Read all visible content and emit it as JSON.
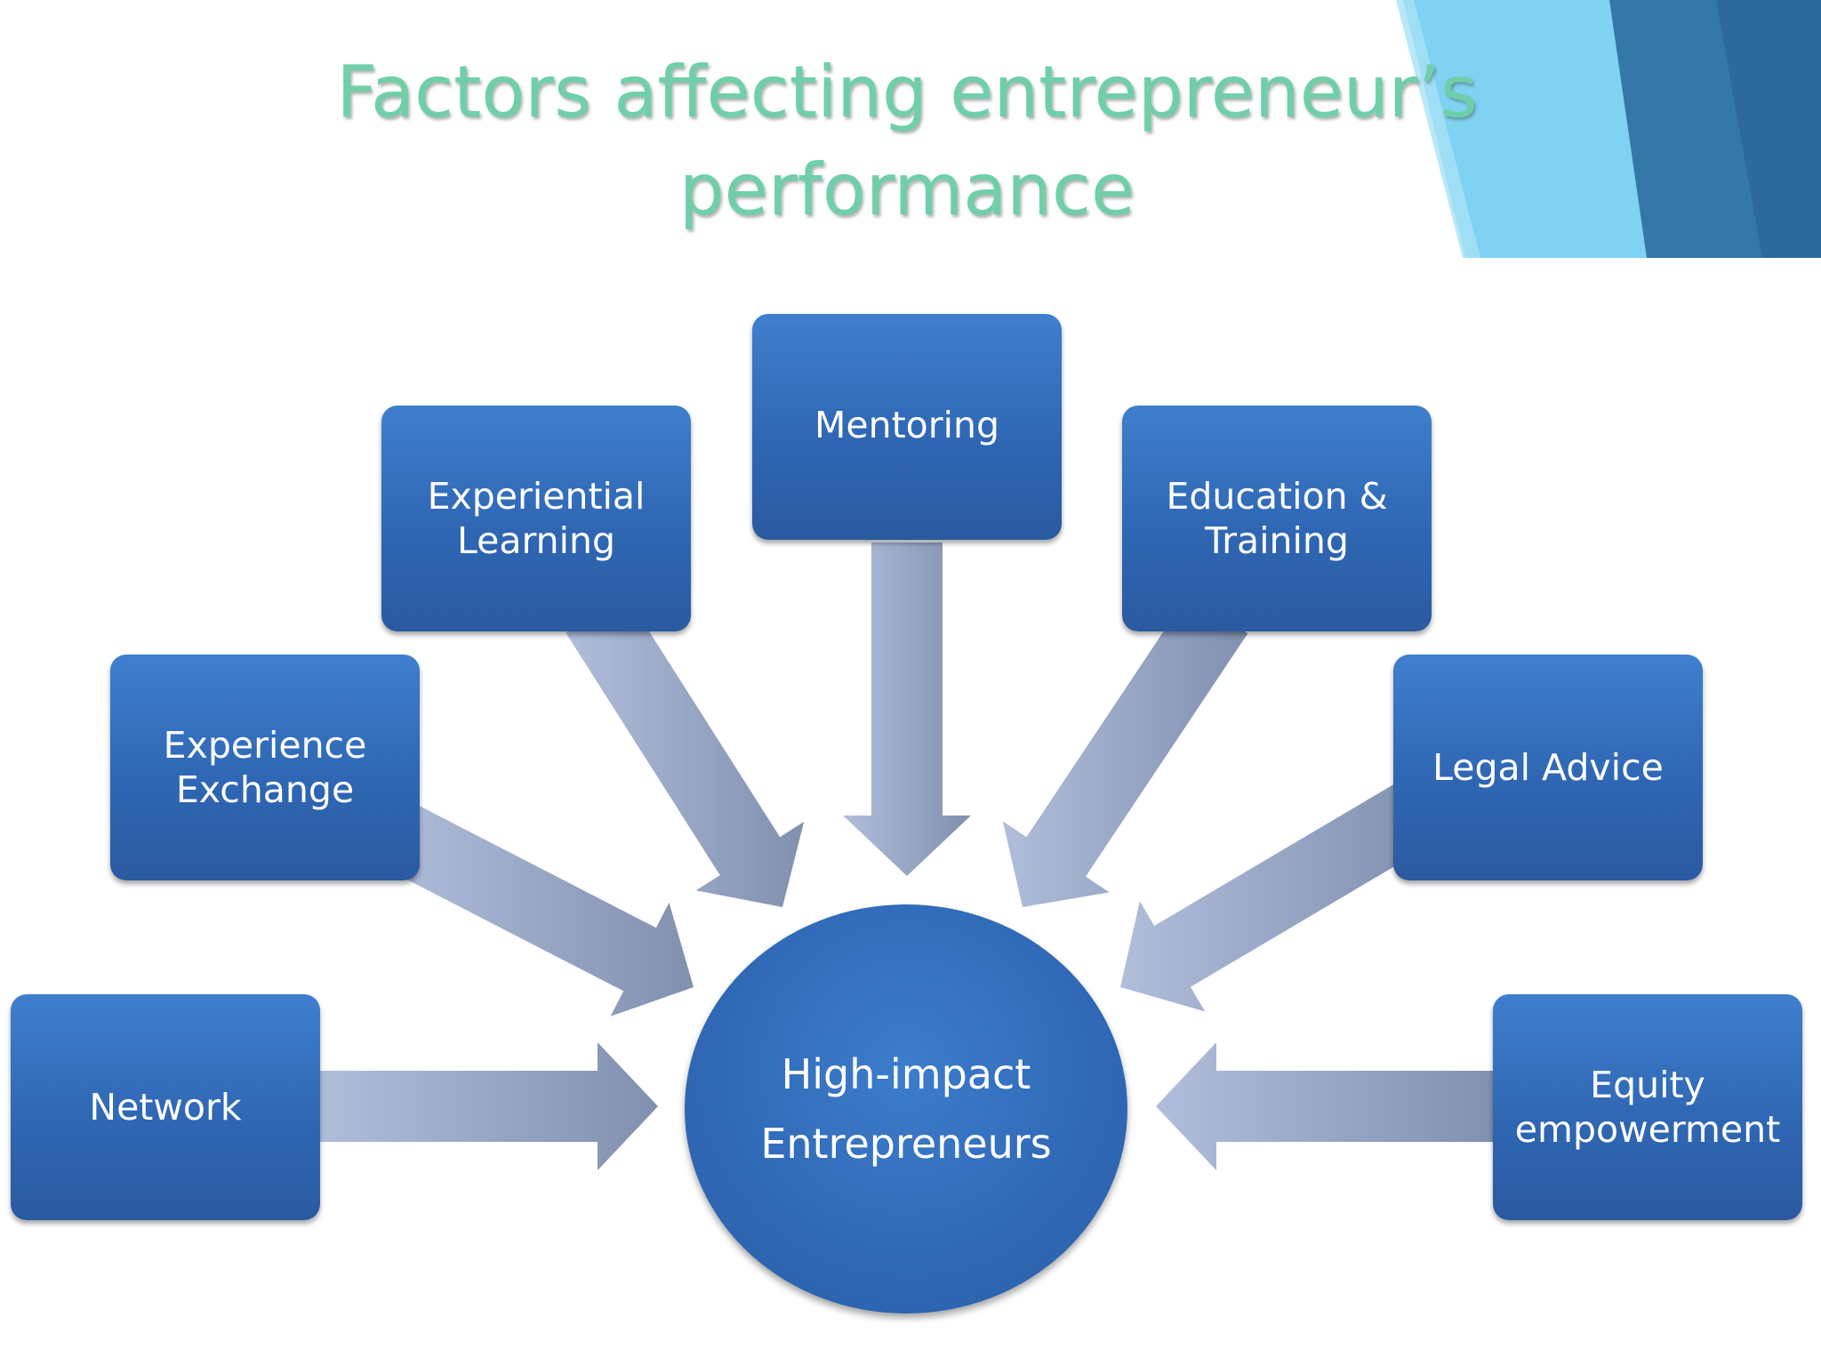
{
  "slide": {
    "title_line_1": "Factors affecting entrepreneur’s",
    "title_line_2": "performance"
  },
  "diagram": {
    "center": {
      "line_1": "High-impact",
      "line_2": "Entrepreneurs"
    },
    "factors": [
      {
        "id": "network",
        "line_1": "Network",
        "line_2": ""
      },
      {
        "id": "experience-exchange",
        "line_1": "Experience",
        "line_2": "Exchange"
      },
      {
        "id": "experiential-learning",
        "line_1": "Experiential",
        "line_2": "Learning"
      },
      {
        "id": "mentoring",
        "line_1": "Mentoring",
        "line_2": ""
      },
      {
        "id": "education-training",
        "line_1": "Education &",
        "line_2": "Training"
      },
      {
        "id": "legal-advice",
        "line_1": "Legal Advice",
        "line_2": ""
      },
      {
        "id": "equity-empowerment",
        "line_1": "Equity",
        "line_2": "empowerment"
      }
    ]
  },
  "colors": {
    "title": "#6fcfa9",
    "box_top": "#3f7fcd",
    "box_bottom": "#2a5aa0",
    "arrow_light": "#b0bedb",
    "arrow_dark": "#8090ae",
    "corner_light": "#7fd2f2",
    "corner_dark": "#2e6ea0"
  }
}
